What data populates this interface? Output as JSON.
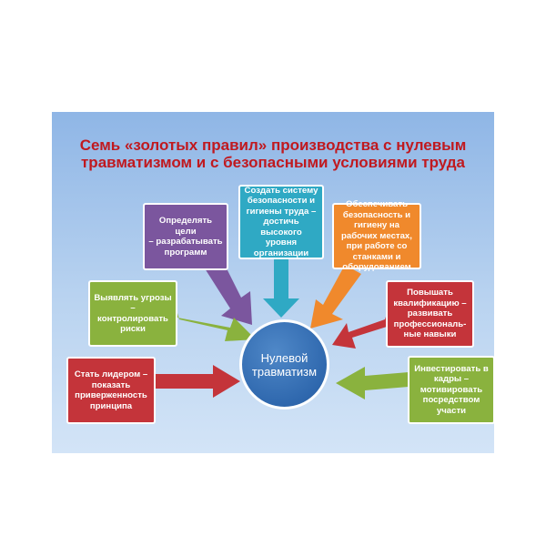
{
  "title": {
    "line1": "Семь «золотых правил» производства с нулевым",
    "line2": "травматизмом и с безопасными условиями труда"
  },
  "center": {
    "label": "Нулевой\nтравматизм"
  },
  "rules": {
    "teal": "Создать систему\nбезопасности и\nгигиены труда –\nдостичь\nвысокого уровня\nорганизации",
    "purple": "Определять цели\n– разрабатывать\nпрограмм",
    "orange": "Обеспечивать\nбезопасность и\nгигиену на\nрабочих местах,\nпри работе со\nстанками и\nоборудованием",
    "green1": "Выявлять угрозы\n–\nконтролировать\nриски",
    "red1": "Повышать\nквалификацию –\nразвивать\nпрофессиональ-\nные навыки",
    "red2": "Стать лидером –\nпоказать\nприверженность\nпринципа",
    "green2": "Инвестировать в\nкадры –\nмотивировать\nпосредством\nучасти"
  },
  "colors": {
    "title": "#c0191f",
    "teal": "#2fa9c4",
    "purple": "#7b569e",
    "orange": "#f0892c",
    "green": "#8ab23e",
    "red": "#c4343a",
    "center": "#2f68ae"
  }
}
